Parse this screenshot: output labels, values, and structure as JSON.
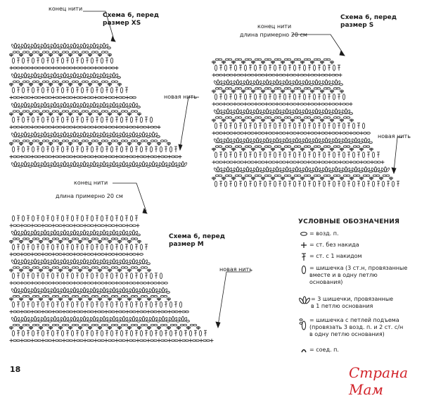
{
  "schemes": [
    {
      "title_line1": "Схема 6, перед",
      "title_line2": "размер XS"
    },
    {
      "title_line1": "Схема 6, перед",
      "title_line2": "размер S"
    },
    {
      "title_line1": "Схема 6, перед",
      "title_line2": "размер M"
    }
  ],
  "labels": {
    "thread_end": "конец нити",
    "length_approx": "длина примерно 20 см",
    "new_thread": "новая нить"
  },
  "legend": {
    "title": "УСЛОВНЫЕ ОБОЗНАЧЕНИЯ",
    "items": [
      {
        "icon": "chain-stitch-icon",
        "line1": "= возд. п."
      },
      {
        "icon": "single-crochet-icon",
        "line1": "= ст. без накида"
      },
      {
        "icon": "double-crochet-icon",
        "line1": "= ст. с 1 накидом"
      },
      {
        "icon": "puff-stitch-icon",
        "line1": "= шишечка (3 ст.н, провязанные",
        "line2": "вместе и в одну петлю",
        "line3": "основания)"
      },
      {
        "icon": "three-puffs-icon",
        "line1": "= 3 шишечки, провязанные",
        "line2": "в 1 петлю основания"
      },
      {
        "icon": "puff-with-chain-icon",
        "line1": "= шишечка с петлей подъема",
        "line2": "(провязать 3 возд. п. и 2 ст. с/н",
        "line3": "в одну петлю основания)"
      },
      {
        "icon": "slip-stitch-icon",
        "line1": "= соед. п."
      }
    ]
  },
  "page_number": "18",
  "watermark": {
    "text": "Страна Мам"
  }
}
